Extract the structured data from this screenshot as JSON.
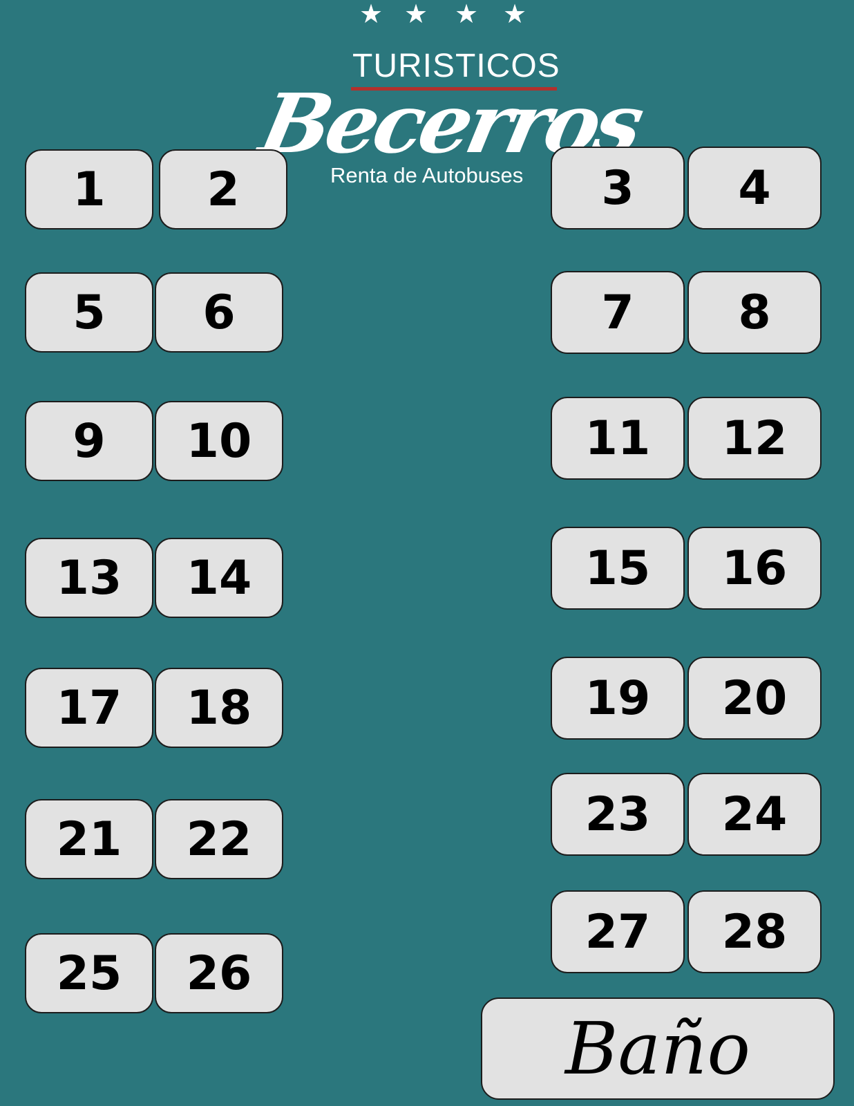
{
  "header": {
    "stars": [
      "★",
      "★",
      "★",
      "★"
    ],
    "brand_top": "TURISTICOS",
    "brand_name": "Becerros",
    "brand_sub": "Renta de Autobuses",
    "accent_color": "#b3302c",
    "background_color": "#2b777d"
  },
  "seats": [
    "1",
    "2",
    "3",
    "4",
    "5",
    "6",
    "7",
    "8",
    "9",
    "10",
    "11",
    "12",
    "13",
    "14",
    "15",
    "16",
    "17",
    "18",
    "19",
    "20",
    "21",
    "22",
    "23",
    "24",
    "25",
    "26",
    "27",
    "28"
  ],
  "bathroom_label": "Baño"
}
